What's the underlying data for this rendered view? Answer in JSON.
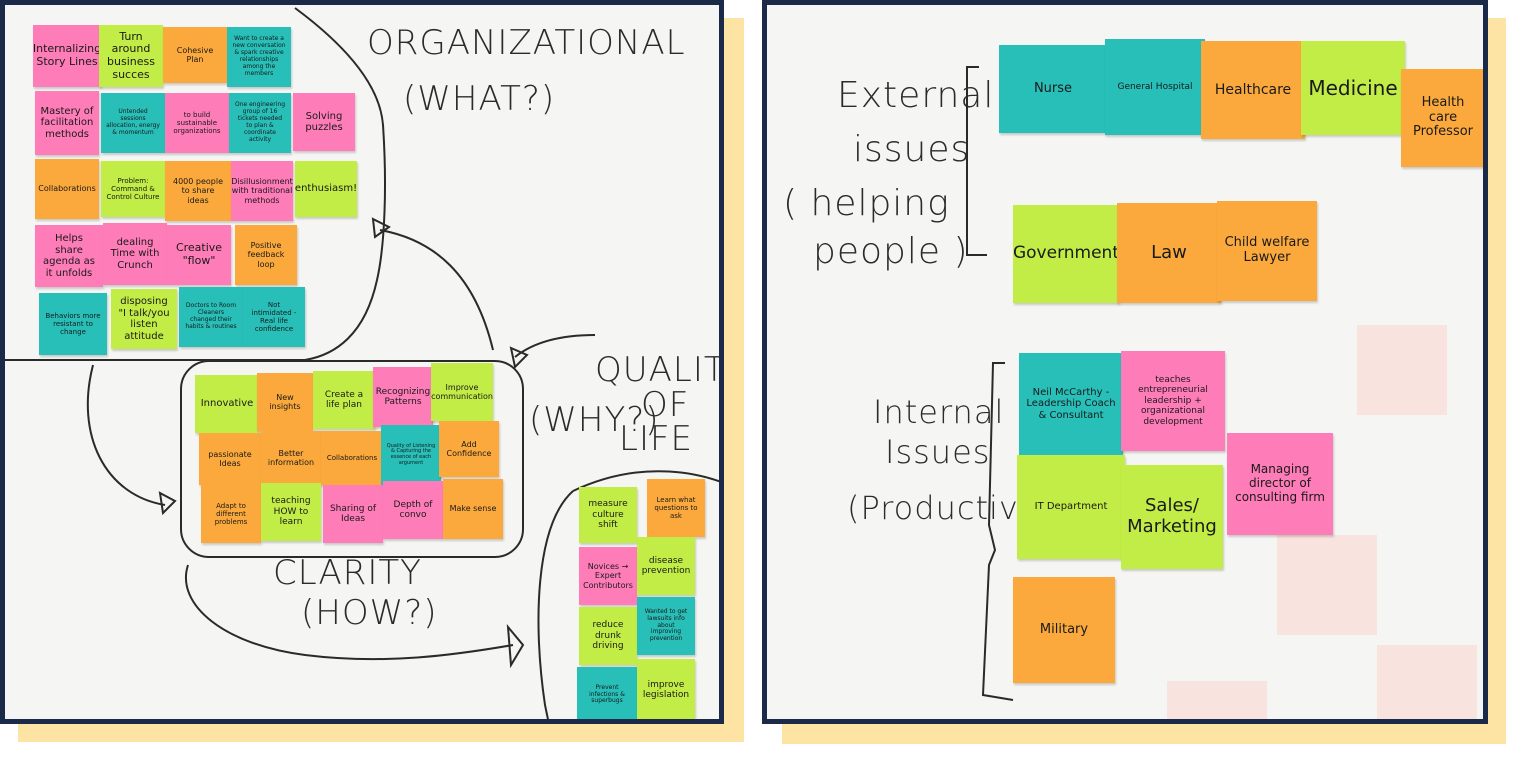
{
  "left_board": {
    "headings": {
      "organizational": "ORGANIZATIONAL",
      "what": "(WHAT?)",
      "quality": "QUALITY",
      "of": "OF",
      "life": "LIFE",
      "why": "(WHY?)",
      "clarity": "CLARITY",
      "how": "(HOW?)"
    },
    "notes": [
      "Internalizing Story Lines",
      "Turn around business succes",
      "Cohesive Plan",
      "Want to create a new conversation & spark creative relationships among the members",
      "Mastery of facilitation methods",
      "Untended sessions allocation, energy & momentum",
      "to build sustainable organizations",
      "One engineering group of 16 tickets needed to plan & coordinate activity",
      "Solving puzzles",
      "Collaborations",
      "Problem: Command & Control Culture",
      "4000 people to share ideas",
      "Disillusionment with traditional methods",
      "enthusiasm!",
      "Helps share agenda as it unfolds",
      "dealing Time with Crunch",
      "Creative \"flow\"",
      "Positive feedback loop",
      "Behaviors more resistant to change",
      "disposing \"I talk/you listen attitude",
      "Doctors to Room Cleaners changed their habits & routines",
      "Not intimidated - Real life confidence",
      "Innovative",
      "New insights",
      "Create a life plan",
      "Recognizing Patterns",
      "Improve communication",
      "passionate Ideas",
      "Better information",
      "Collaborations",
      "Quality of Listening & Capturing the essence of each argument",
      "Add Confidence",
      "Adapt to different problems",
      "teaching HOW to learn",
      "Sharing of Ideas",
      "Depth of convo",
      "Make sense",
      "measure culture shift",
      "Learn what questions to ask",
      "Novices → Expert Contributors",
      "disease prevention",
      "reduce drunk driving",
      "Wanted to get lawsuits info about improving prevention",
      "Prevent infections & superbugs",
      "improve legislation"
    ]
  },
  "right_board": {
    "headings": {
      "external": "External",
      "issues1": "issues",
      "helping": "( helping",
      "people": "people )",
      "internal": "Internal",
      "issues2": "Issues",
      "productivity": "(Productivity)"
    },
    "notes": [
      "Nurse",
      "General Hospital",
      "Healthcare",
      "Medicine",
      "Health care Professor",
      "Government",
      "Law",
      "Child welfare Lawyer",
      "Neil McCarthy - Leadership Coach & Consultant",
      "teaches entrepreneurial leadership + organizational development",
      "IT Department",
      "Sales/ Marketing",
      "Managing director of consulting firm",
      "Military"
    ]
  },
  "colors": {
    "frame": "#1c2a4a",
    "shadow": "#fde4a4",
    "orange": "#fba93c",
    "pink": "#fe7cb8",
    "green": "#c2ec46",
    "teal": "#27bfb8"
  }
}
